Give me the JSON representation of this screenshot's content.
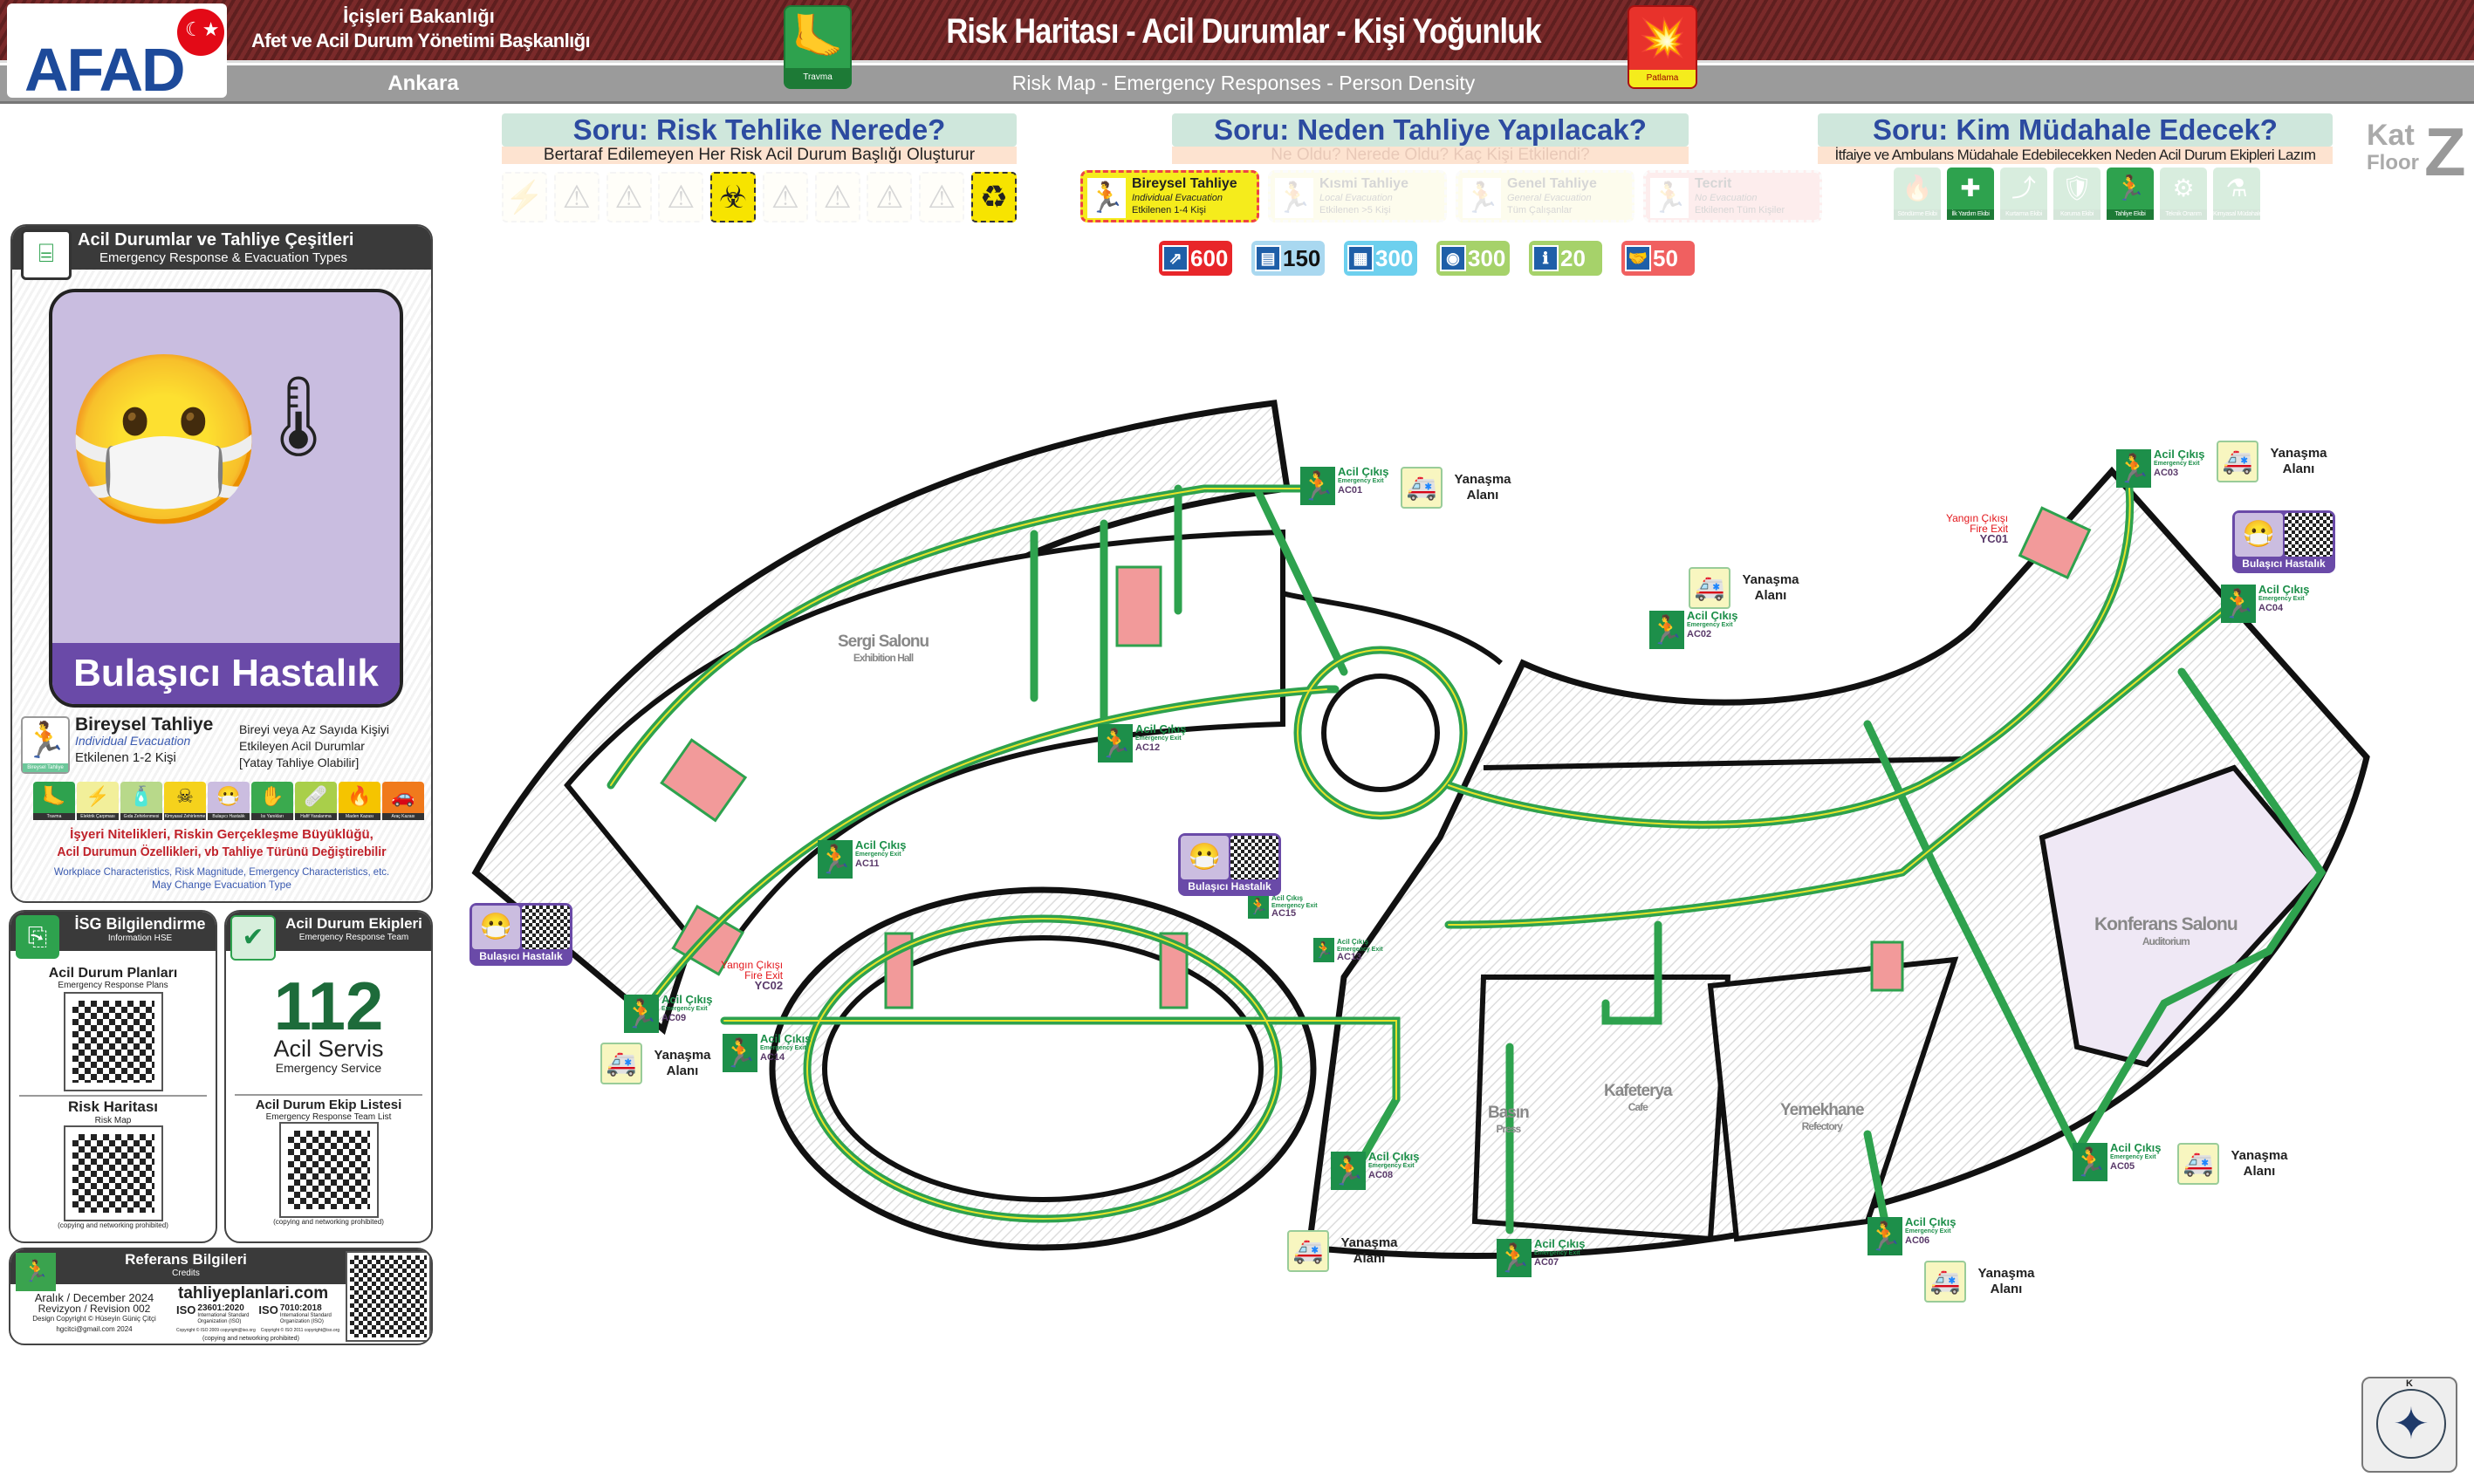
{
  "header": {
    "logo_text": "AFAD",
    "ministry_line1": "İçişleri Bakanlığı",
    "ministry_line2": "Afet ve Acil Durum Yönetimi Başkanlığı",
    "city": "Ankara",
    "title": "Risk Haritası - Acil Durumlar - Kişi Yoğunluk",
    "subtitle": "Risk Map - Emergency Responses - Person Density",
    "left_icon_label": "Travma",
    "right_icon_label": "Patlama"
  },
  "questions": [
    {
      "title": "Soru: Risk Tehlike Nerede?",
      "subtitle": "Bertaraf Edilemeyen Her Risk Acil Durum Başlığı Oluşturur"
    },
    {
      "title": "Soru: Neden Tahliye Yapılacak?",
      "subtitle": "Ne Oldu? Nerede Oldu? Kaç Kişi Etkilendi?"
    },
    {
      "title": "Soru: Kim Müdahale Edecek?",
      "subtitle": "İtfaiye ve Ambulans Müdahale Edebilecekken Neden Acil Durum Ekipleri Lazım"
    }
  ],
  "hazard_signs": [
    {
      "icon": "electric-hazard-icon",
      "active": false
    },
    {
      "icon": "slip-hazard-icon",
      "active": false
    },
    {
      "icon": "fall-hazard-icon",
      "active": false
    },
    {
      "icon": "floor-level-hazard-icon",
      "active": false
    },
    {
      "icon": "biohazard-icon",
      "active": true
    },
    {
      "icon": "obstacle-hazard-icon",
      "active": false
    },
    {
      "icon": "lifting-hazard-icon",
      "active": false
    },
    {
      "icon": "stacking-hazard-icon",
      "active": false
    },
    {
      "icon": "oxidizer-hazard-icon",
      "active": false
    },
    {
      "icon": "waste-bin-icon",
      "active": true
    }
  ],
  "evacuation_types": [
    {
      "title": "Bireysel Tahliye",
      "subtitle": "Individual Evacuation",
      "count": "Etkilenen 1-4 Kişi",
      "active": true
    },
    {
      "title": "Kısmi Tahliye",
      "subtitle": "Local Evacuation",
      "count": "Etkilenen >5 Kişi",
      "active": false
    },
    {
      "title": "Genel Tahliye",
      "subtitle": "General Evacuation",
      "count": "Tüm Çalışanlar",
      "active": false
    },
    {
      "title": "Tecrit",
      "subtitle": "No Evacuation",
      "count": "Etkilenen Tüm Kişiler",
      "active": false
    }
  ],
  "density": [
    {
      "icon": "stairs-icon",
      "value": "600",
      "color": "#e8262a"
    },
    {
      "icon": "desk-icon",
      "value": "150",
      "color": "#a9d8f0"
    },
    {
      "icon": "theater-icon",
      "value": "300",
      "color": "#6dd0ee"
    },
    {
      "icon": "dining-icon",
      "value": "300",
      "color": "#a6d26a"
    },
    {
      "icon": "info-desk-icon",
      "value": "20",
      "color": "#a6d26a"
    },
    {
      "icon": "handshake-icon",
      "value": "50",
      "color": "#f06060"
    }
  ],
  "teams": [
    {
      "label": "Söndürme Ekibi",
      "active": false
    },
    {
      "label": "İlk Yardım Ekibi",
      "active": true
    },
    {
      "label": "Kurtarma Ekibi",
      "active": false
    },
    {
      "label": "Koruma Ekibi",
      "active": false
    },
    {
      "label": "Tahliye Ekibi",
      "active": true
    },
    {
      "label": "Teknik Onarım",
      "active": false
    },
    {
      "label": "Kimyasal Müdahale",
      "active": false
    }
  ],
  "floor": {
    "kat": "Kat",
    "floor": "Floor",
    "level": "Z"
  },
  "left_panel": {
    "title": "Acil Durumlar ve Tahliye Çeşitleri",
    "subtitle": "Emergency Response & Evacuation Types",
    "emergency_name": "Bulaşıcı Hastalık",
    "evac_icon_label": "Bireysel Tahliye",
    "evac_title": "Bireysel Tahliye",
    "evac_subtitle": "Individual Evacuation",
    "evac_count": "Etkilenen 1-2 Kişi",
    "evac_desc1": "Bireyi veya Az Sayıda Kişiyi",
    "evac_desc2": "Etkileyen Acil Durumlar",
    "evac_desc3": "[Yatay Tahliye Olabilir]",
    "emergency_icons": [
      {
        "label": "Travma",
        "color": "#2ea24e",
        "glyph": "🦶"
      },
      {
        "label": "Elektrik Çarpması",
        "color": "#f2ef9a",
        "glyph": "⚡"
      },
      {
        "label": "Gıda Zehirlenmesi",
        "color": "#b8d98a",
        "glyph": "🧴"
      },
      {
        "label": "Kimyasal Zehirlenme",
        "color": "#f5d21c",
        "glyph": "☠"
      },
      {
        "label": "Bulaşıcı Hastalık",
        "color": "#cbbde0",
        "glyph": "😷"
      },
      {
        "label": "Isı Yanıkları",
        "color": "#3aaa4e",
        "glyph": "✋"
      },
      {
        "label": "Hafif Yaralanma",
        "color": "#a9cf4a",
        "glyph": "🩹"
      },
      {
        "label": "Maden Kazası",
        "color": "#f5c400",
        "glyph": "🔥"
      },
      {
        "label": "Araç Kazası",
        "color": "#f07a1c",
        "glyph": "🚗"
      }
    ],
    "warning_line1": "İşyeri Nitelikleri, Riskin Gerçekleşme Büyüklüğü,",
    "warning_line2": "Acil Durumun Özellikleri, vb Tahliye Türünü Değiştirebilir",
    "english_line1": "Workplace Characteristics, Risk Magnitude, Emergency Characteristics, etc.",
    "english_line2": "May Change Evacuation Type"
  },
  "isg_card": {
    "title": "İSG Bilgilendirme",
    "subtitle": "Information HSE",
    "plans_title": "Acil Durum Planları",
    "plans_sub": "Emergency Response Plans",
    "map_title": "Risk Haritası",
    "map_sub": "Risk Map",
    "note": "(copying and networking prohibited)"
  },
  "team_card": {
    "title": "Acil Durum Ekipleri",
    "subtitle": "Emergency Response Team",
    "number": "112",
    "service": "Acil Servis",
    "service_en": "Emergency Service",
    "list_title": "Acil Durum Ekip Listesi",
    "list_sub": "Emergency Response Team List",
    "note": "(copying and networking prohibited)"
  },
  "credits": {
    "title": "Referans Bilgileri",
    "subtitle": "Credits",
    "date": "Aralık / December 2024",
    "revision": "Revizyon / Revision  002",
    "copyright": "Design Copyright © Hüseyin Güniç Çitçi",
    "email": "hgcitci@gmail.com 2024",
    "website": "tahliyeplanlari.com",
    "iso1": "23601:2020",
    "iso2": "7010:2018",
    "iso_word": "ISO",
    "iso_org": "International Standard Organization (ISO)",
    "iso_copy1": "Copyright © ISO 2009 copyright@iso.org",
    "iso_copy2": "Copyright © ISO 2011 copyright@iso.org",
    "note": "(copying and networking prohibited)"
  },
  "map": {
    "rooms": [
      {
        "name": "Sergi Salonu",
        "sub": "Exhibition Hall"
      },
      {
        "name": "Konferans Salonu",
        "sub": "Auditorium"
      },
      {
        "name": "Basın",
        "sub": "Press"
      },
      {
        "name": "Kafeterya",
        "sub": "Cafe"
      },
      {
        "name": "Yemekhane",
        "sub": "Refectory"
      }
    ],
    "exit_label": "Acil Çıkış",
    "exit_sub": "Emergency Exit",
    "exits": [
      "AC01",
      "AC02",
      "AC03",
      "AC04",
      "AC05",
      "AC06",
      "AC07",
      "AC08",
      "AC09",
      "AC11",
      "AC12",
      "AC13",
      "AC14",
      "AC15"
    ],
    "fire_exit_label": "Yangın Çıkışı",
    "fire_exit_sub": "Fire Exit",
    "fire_exits": [
      "YC01",
      "YC02"
    ],
    "loading_area": "Yanaşma Alanı",
    "loading_count": 7,
    "disease_label": "Bulaşıcı Hastalık",
    "disease_count": 3,
    "compass_letter": "K"
  }
}
